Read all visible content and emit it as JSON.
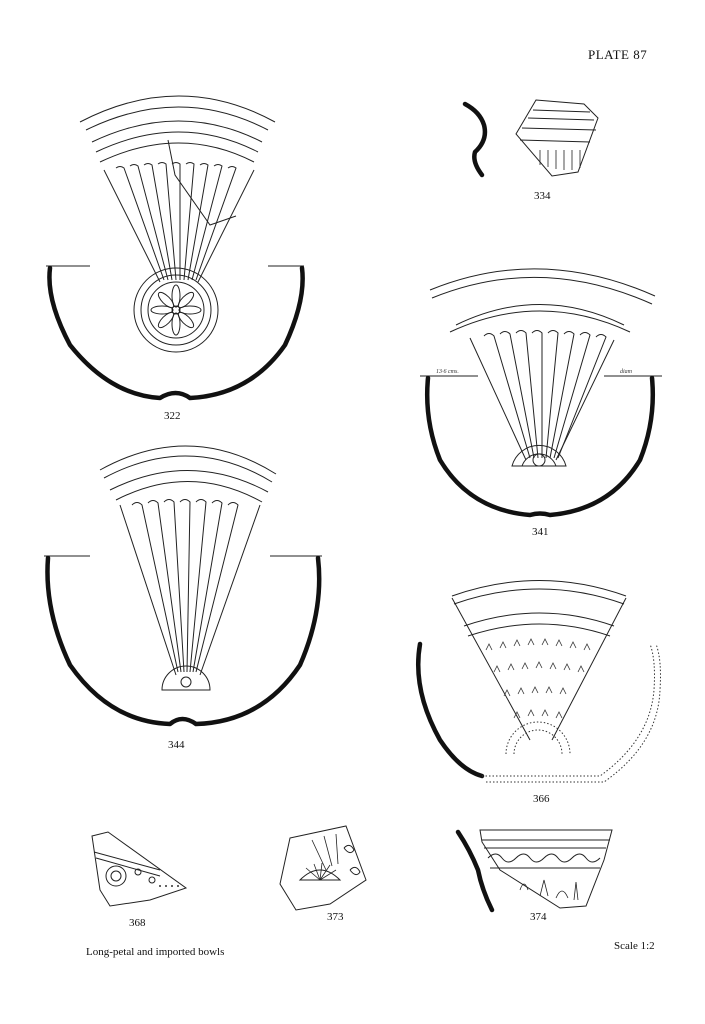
{
  "plate": {
    "title": "PLATE 87"
  },
  "figures": [
    {
      "id": "322",
      "label": "322"
    },
    {
      "id": "334",
      "label": "334"
    },
    {
      "id": "341",
      "label": "341",
      "annotations": [
        "13·6 cms.",
        "diam"
      ]
    },
    {
      "id": "344",
      "label": "344"
    },
    {
      "id": "366",
      "label": "366"
    },
    {
      "id": "368",
      "label": "368"
    },
    {
      "id": "373",
      "label": "373"
    },
    {
      "id": "374",
      "label": "374"
    }
  ],
  "caption": "Long-petal and imported bowls",
  "scale": "Scale 1:2"
}
